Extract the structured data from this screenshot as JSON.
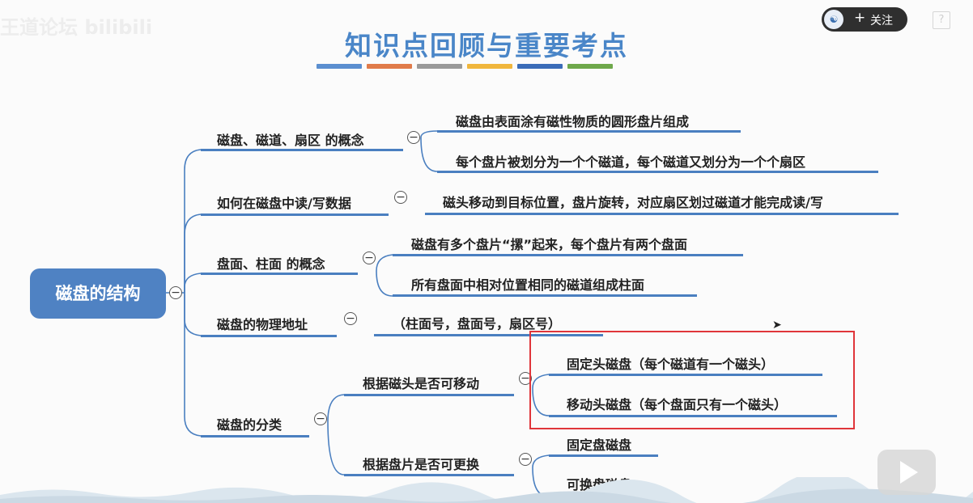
{
  "title": "知识点回顾与重要考点",
  "title_bar_colors": [
    "#5b8fd0",
    "#e07b4a",
    "#9a9a9a",
    "#f0b63c",
    "#3a6cb8",
    "#6ea84b"
  ],
  "watermark": "王道论坛 bilibili",
  "follow": {
    "icon": "logo-icon",
    "plus": "+",
    "label": "关注"
  },
  "help": "?",
  "root": "磁盘的结构",
  "collapse_glyph": "−",
  "branches": {
    "b1": {
      "label": "磁盘、磁道、扇区 的概念",
      "leaves": [
        "磁盘由表面涂有磁性物质的圆形盘片组成",
        "每个盘片被划分为一个个磁道，每个磁道又划分为一个个扇区"
      ]
    },
    "b2": {
      "label": "如何在磁盘中读/写数据",
      "leaves": [
        "磁头移动到目标位置，盘片旋转，对应扇区划过磁道才能完成读/写"
      ]
    },
    "b3": {
      "label": "盘面、柱面 的概念",
      "leaves": [
        "磁盘有多个盘片“摞”起来，每个盘片有两个盘面",
        "所有盘面中相对位置相同的磁道组成柱面"
      ]
    },
    "b4": {
      "label": "磁盘的物理地址",
      "leaves": [
        "（柱面号，盘面号，扇区号）"
      ]
    },
    "b5": {
      "label": "磁盘的分类",
      "sub1": {
        "label": "根据磁头是否可移动",
        "leaves": [
          "固定头磁盘（每个磁道有一个磁头）",
          "移动头磁盘（每个盘面只有一个磁头）"
        ]
      },
      "sub2": {
        "label": "根据盘片是否可更换",
        "leaves": [
          "固定盘磁盘",
          "可换盘磁盘"
        ]
      }
    }
  }
}
